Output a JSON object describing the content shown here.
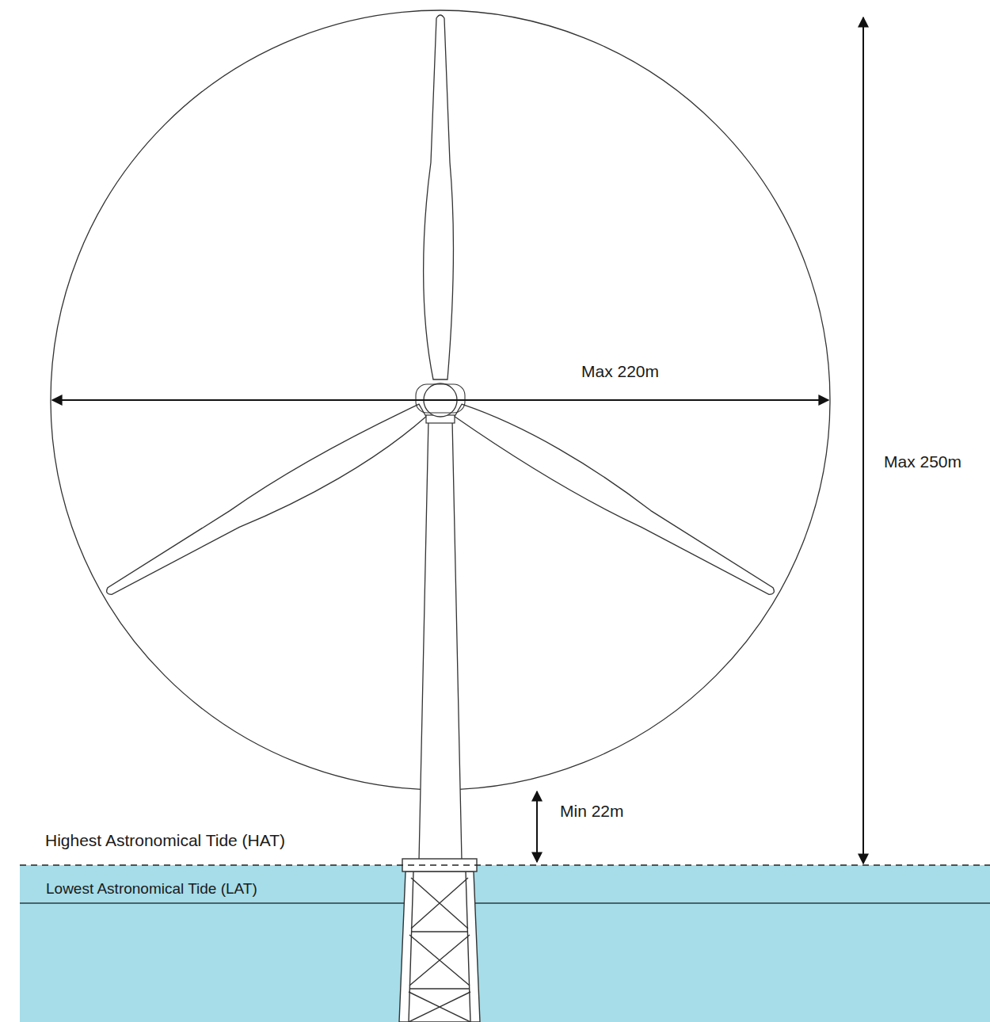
{
  "diagram": {
    "labels": [
      "Max 220m",
      "Max 250m",
      "Min 22m",
      "Highest Astronomical Tide (HAT)",
      "Lowest Astronomical Tide (LAT)"
    ]
  }
}
